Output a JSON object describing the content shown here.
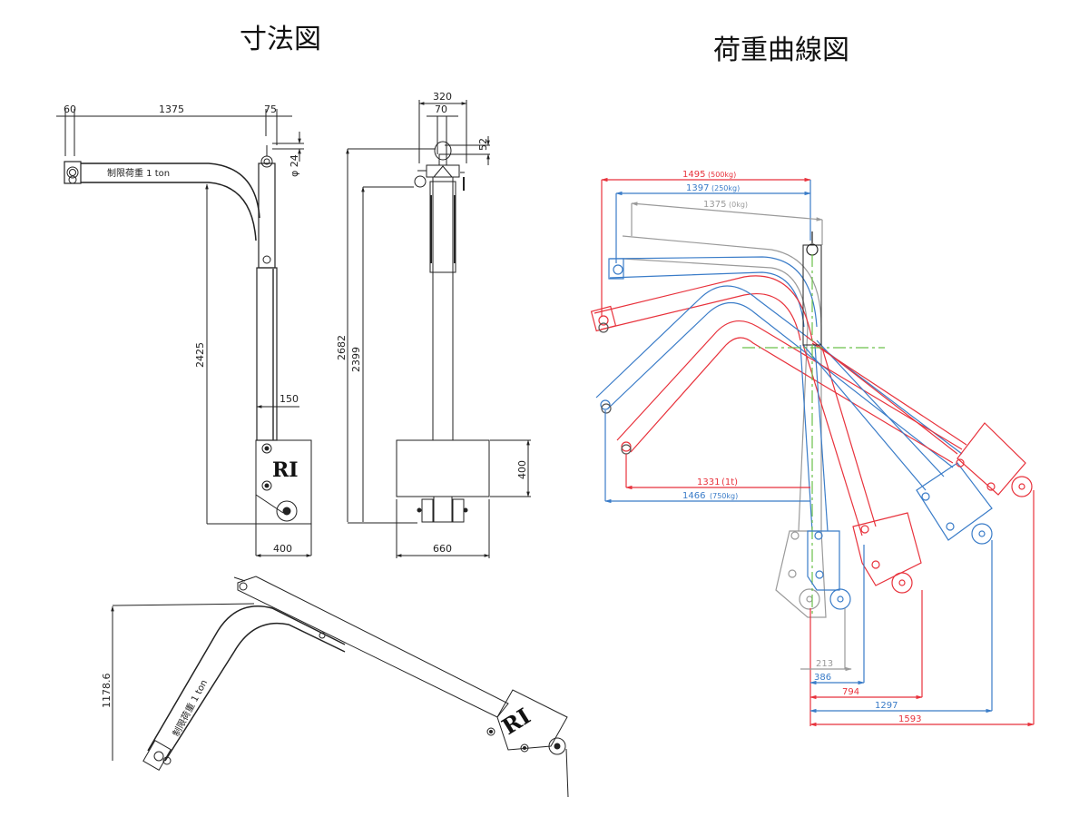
{
  "titles": {
    "dimension_drawing": "寸法図",
    "load_curve": "荷重曲線図"
  },
  "dimension_drawing": {
    "side_view": {
      "top_dims": [
        "60",
        "1375",
        "75"
      ],
      "pin_dia": "φ 24",
      "height": "2425",
      "column_width": "150",
      "base_width": "400",
      "boom_label": "制限荷重 1 ton",
      "logo": "RI"
    },
    "front_view": {
      "top_dims": [
        "320",
        "70"
      ],
      "shackle_offset": "52",
      "heights": [
        "2682",
        "2399"
      ],
      "base_height": "400",
      "base_width": "660"
    },
    "folded_view": {
      "height": "1178.6",
      "boom_label": "制限荷重 1 ton",
      "logo": "RI"
    }
  },
  "load_curve": {
    "colors": {
      "red": "#e8323c",
      "blue": "#3a7cc8",
      "gray": "#9a9a9a",
      "green": "#6cc04a"
    },
    "reach_dims": [
      {
        "value": "1495",
        "load": "(500kg)",
        "color": "red"
      },
      {
        "value": "1397",
        "load": "(250kg)",
        "color": "blue"
      },
      {
        "value": "1375",
        "load": "(0kg)",
        "color": "gray"
      },
      {
        "value": "1331",
        "load": "(1t)",
        "color": "red"
      },
      {
        "value": "1466",
        "load": "(750kg)",
        "color": "blue"
      }
    ],
    "base_offsets": [
      {
        "value": "213",
        "color": "gray"
      },
      {
        "value": "386",
        "color": "blue"
      },
      {
        "value": "794",
        "color": "red"
      },
      {
        "value": "1297",
        "color": "blue"
      },
      {
        "value": "1593",
        "color": "red"
      }
    ]
  }
}
